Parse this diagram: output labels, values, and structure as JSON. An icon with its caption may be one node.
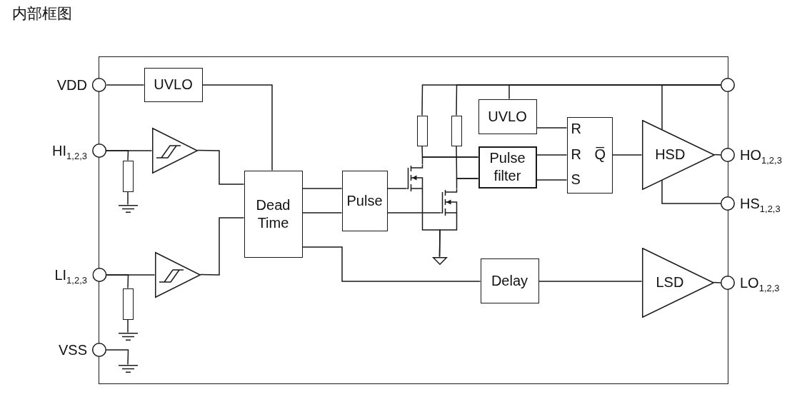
{
  "diagram": {
    "title": "内部框图",
    "nodes": [
      {
        "text": [],
        "shape": "box"
      },
      {
        "text": [
          "VDD"
        ]
      },
      {
        "text": [
          "HI$_{1,2,3}$"
        ]
      },
      {
        "text": [
          "LI$_{1,2,3}$"
        ]
      },
      {
        "text": [
          "VSS"
        ]
      },
      {
        "text": [],
        "shape": "circle"
      },
      {
        "text": [
          "HO$_{1,2,3}$"
        ]
      },
      {
        "text": [
          "HS$_{1,2,3}$"
        ]
      },
      {
        "text": [
          "LO$_{1,2,3}$"
        ]
      },
      {
        "text": [
          "UVLO"
        ],
        "in": 0
      },
      {
        "text": [],
        "shape": "triangle",
        "in": 0
      },
      {
        "text": [],
        "shape": "resistor",
        "in": 0
      },
      {
        "text": [],
        "shape": "ground",
        "in": 0
      },
      {
        "text": [
          "Dead Time"
        ],
        "in": 0
      },
      {
        "text": [
          "Pulse"
        ],
        "in": 0
      },
      {
        "text": [],
        "shape": "resistor",
        "in": 0
      },
      {
        "text": [],
        "shape": "resistor",
        "in": 0
      },
      {
        "text": [
          "UVLO"
        ],
        "in": 0
      },
      {
        "text": [
          "Pulse filter"
        ],
        "in": 0
      },
      {
        "text": [],
        "shape": "transistor",
        "in": 0
      },
      {
        "text": [],
        "shape": "transistor",
        "in": 0
      },
      {
        "text": [],
        "shape": "ground",
        "in": 0
      },
      {
        "text": [
          "R",
          "R",
          "S",
          "Q̅"
        ],
        "in": 0
      },
      {
        "text": [
          "HSD"
        ],
        "in": 0
      },
      {
        "text": [],
        "shape": "triangle",
        "in": 0
      },
      {
        "text": [],
        "shape": "resistor",
        "in": 0
      },
      {
        "text": [],
        "shape": "ground",
        "in": 0
      },
      {
        "text": [
          "Delay"
        ],
        "in": 0
      },
      {
        "text": [
          "LSD"
        ],
        "in": 0
      },
      {
        "text": [],
        "shape": "ground",
        "in": 0
      }
    ],
    "edges": [
      {
        "from": 1,
        "to": 9,
        "arrow": "none"
      },
      {
        "from": 9,
        "to": 13,
        "arrow": "none"
      },
      {
        "from": 2,
        "to": 10,
        "arrow": "none"
      },
      {
        "from": 2,
        "to": 11,
        "arrow": "none"
      },
      {
        "from": 11,
        "to": 12,
        "arrow": "none"
      },
      {
        "from": 10,
        "to": 13,
        "arrow": "none"
      },
      {
        "from": 3,
        "to": 24,
        "arrow": "none"
      },
      {
        "from": 3,
        "to": 25,
        "arrow": "none"
      },
      {
        "from": 25,
        "to": 26,
        "arrow": "none"
      },
      {
        "from": 24,
        "to": 13,
        "arrow": "none"
      },
      {
        "from": 4,
        "to": 29,
        "arrow": "none"
      },
      {
        "from": 13,
        "to": 14,
        "arrow": "none"
      },
      {
        "from": 13,
        "to": 14,
        "arrow": "none"
      },
      {
        "from": 13,
        "to": 27,
        "arrow": "none"
      },
      {
        "from": 14,
        "to": 19,
        "arrow": "none"
      },
      {
        "from": 14,
        "to": 20,
        "arrow": "none"
      },
      {
        "from": 5,
        "to": 15,
        "arrow": "none"
      },
      {
        "from": 5,
        "to": 16,
        "arrow": "none"
      },
      {
        "from": 5,
        "to": 17,
        "arrow": "none"
      },
      {
        "from": 5,
        "to": 23,
        "arrow": "none"
      },
      {
        "from": 15,
        "to": 18,
        "arrow": "none"
      },
      {
        "from": 19,
        "to": 18,
        "arrow": "none"
      },
      {
        "from": 16,
        "to": 18,
        "arrow": "none"
      },
      {
        "from": 20,
        "to": 18,
        "arrow": "none"
      },
      {
        "from": 19,
        "to": 21,
        "arrow": "none"
      },
      {
        "from": 20,
        "to": 21,
        "arrow": "none"
      },
      {
        "from": 17,
        "to": 22,
        "arrow": "none"
      },
      {
        "from": 18,
        "to": 22,
        "arrow": "none"
      },
      {
        "from": 18,
        "to": 22,
        "arrow": "none"
      },
      {
        "from": 22,
        "to": 23,
        "arrow": "none"
      },
      {
        "from": 23,
        "to": 6,
        "arrow": "none"
      },
      {
        "from": 23,
        "to": 7,
        "arrow": "none"
      },
      {
        "from": 27,
        "to": 28,
        "arrow": "none"
      },
      {
        "from": 28,
        "to": 8,
        "arrow": "none"
      }
    ]
  }
}
